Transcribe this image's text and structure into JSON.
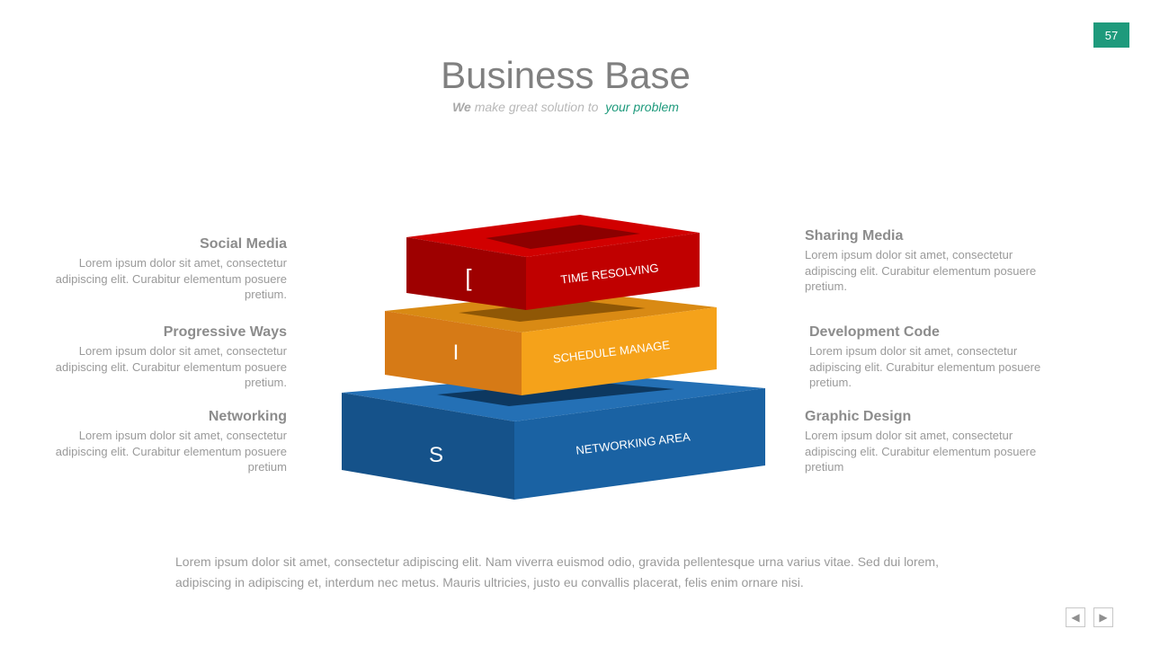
{
  "page_number": "57",
  "title": "Business Base",
  "subtitle": {
    "bold": "We",
    "middle": "make great solution to",
    "accent": "your problem"
  },
  "left_items": [
    {
      "heading": "Social Media",
      "body": "Lorem ipsum dolor sit amet, consectetur adipiscing elit. Curabitur elementum posuere pretium."
    },
    {
      "heading": "Progressive Ways",
      "body": "Lorem ipsum dolor sit amet, consectetur adipiscing elit. Curabitur elementum posuere pretium."
    },
    {
      "heading": "Networking",
      "body": "Lorem ipsum dolor sit amet, consectetur adipiscing elit. Curabitur elementum posuere pretium"
    }
  ],
  "right_items": [
    {
      "heading": "Sharing Media",
      "body": "Lorem ipsum dolor sit amet, consectetur adipiscing elit. Curabitur elementum posuere pretium."
    },
    {
      "heading": "Development Code",
      "body": "Lorem ipsum dolor sit amet, consectetur adipiscing elit. Curabitur elementum posuere pretium."
    },
    {
      "heading": "Graphic Design",
      "body": "Lorem ipsum dolor sit amet, consectetur adipiscing elit. Curabitur elementum posuere pretium"
    }
  ],
  "tiers": [
    {
      "letter": "[",
      "label": "TIME RESOLVING",
      "color": "#c00000"
    },
    {
      "letter": "I",
      "label": "SCHEDULE MANAGE",
      "color": "#f5a21a"
    },
    {
      "letter": "S",
      "label": "NETWORKING AREA",
      "color": "#1a62a3"
    }
  ],
  "footer": "Lorem ipsum dolor sit amet, consectetur adipiscing elit. Nam viverra euismod odio, gravida pellentesque urna varius vitae. Sed dui lorem, adipiscing in adipiscing et, interdum nec metus. Mauris ultricies, justo eu convallis placerat, felis enim ornare nisi.",
  "nav": {
    "prev_icon": "◀",
    "next_icon": "▶"
  }
}
